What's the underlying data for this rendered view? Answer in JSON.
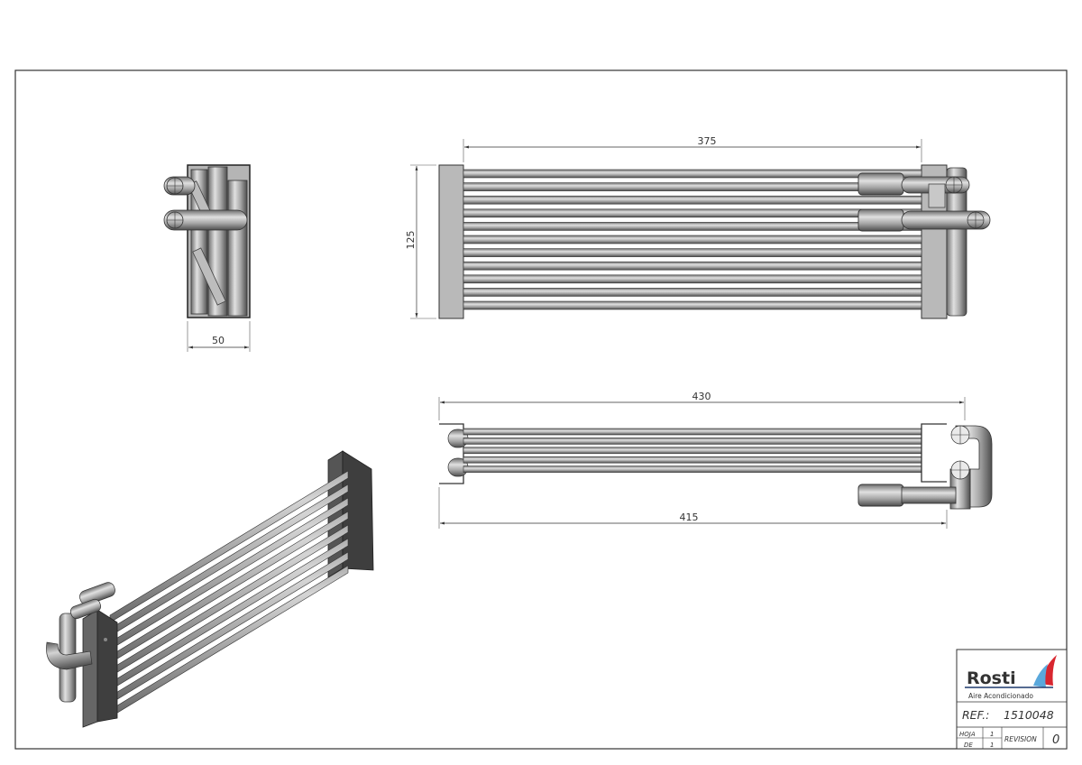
{
  "dimensions": {
    "side_width": "50",
    "front_length": "375",
    "front_height": "125",
    "top_overall": "430",
    "top_inner": "415"
  },
  "title_block": {
    "logo_text": "Rosti",
    "logo_subtitle": "Aire Acondicionado",
    "ref_label": "REF.:",
    "ref_value": "1510048",
    "hoja_label": "HOJA",
    "hoja_value": "1",
    "de_label": "DE",
    "de_value": "1",
    "revision_label": "REVISION",
    "revision_value": "0"
  },
  "colors": {
    "frame": "#333333",
    "tube_dark": "#5a5a5a",
    "tube_mid": "#9a9a9a",
    "tube_light": "#d8d8d8",
    "plate": "#b4b4b4",
    "logo_navy": "#1e3a6e",
    "logo_red": "#d8262f",
    "logo_blue": "#5aa8dc"
  }
}
